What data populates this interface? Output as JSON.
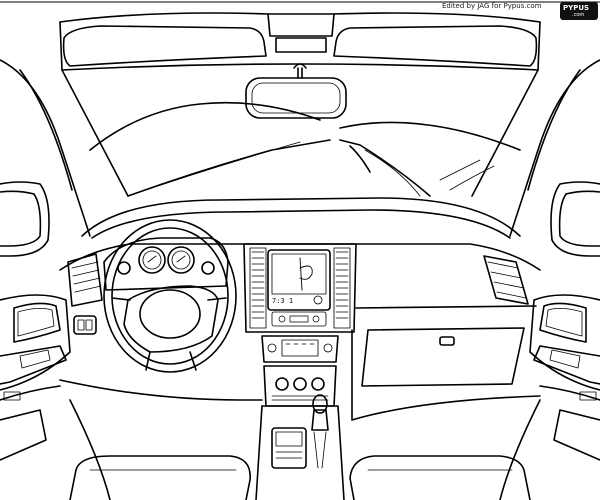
{
  "credit": {
    "text": "Edited by JAG for Pypus.com"
  },
  "logo": {
    "text": "PYPUS",
    "subtext": ".com",
    "color": "#111111"
  },
  "scene": {
    "stroke_color": "#000000",
    "background_color": "#ffffff"
  },
  "nav_screen": {
    "readout": "7:3 1"
  }
}
